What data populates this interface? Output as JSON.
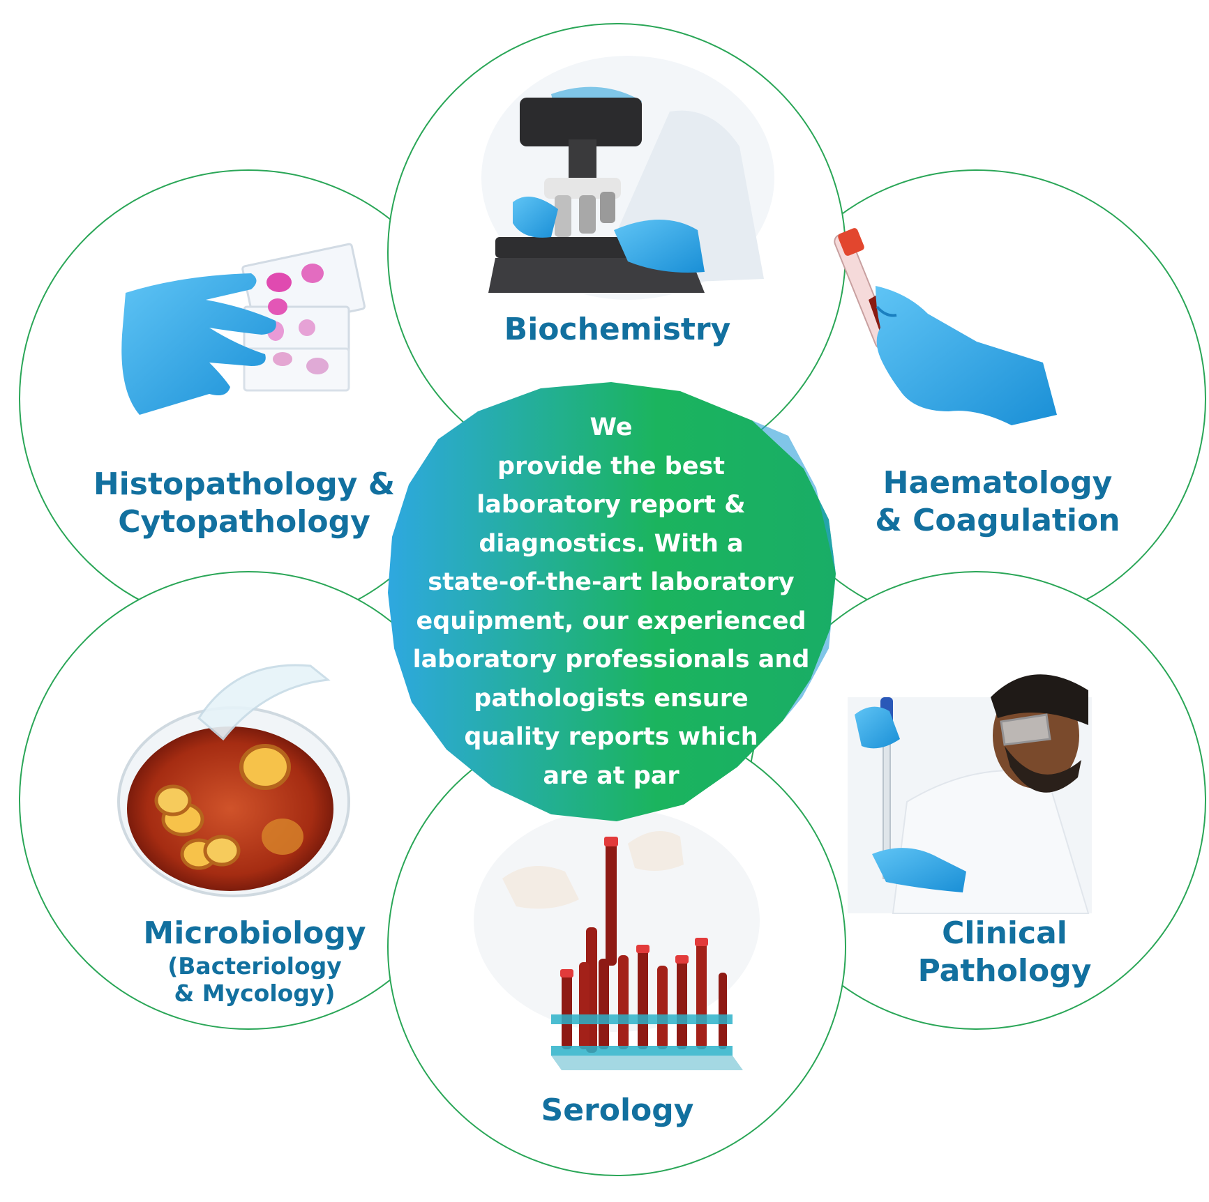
{
  "colors": {
    "circle_outline": "#2aa657",
    "label_text": "#12709f",
    "center_gradient_start": "#2ea8e0",
    "center_gradient_end": "#1bb45e",
    "center_text": "#ffffff"
  },
  "categories": {
    "biochemistry": {
      "title": "Biochemistry",
      "icon": "microscope-scientist-icon"
    },
    "histopathology": {
      "title_line1": "Histopathology &",
      "title_line2": "Cytopathology",
      "icon": "gloved-hand-slides-icon"
    },
    "haematology": {
      "title_line1": "Haematology",
      "title_line2": "& Coagulation",
      "icon": "blood-test-tube-hand-icon"
    },
    "microbiology": {
      "title": "Microbiology",
      "subtitle_line1": "(Bacteriology",
      "subtitle_line2": "& Mycology)",
      "icon": "petri-dish-icon"
    },
    "clinical_pathology": {
      "title_line1": "Clinical",
      "title_line2": "Pathology",
      "icon": "lab-technician-pipette-icon"
    },
    "serology": {
      "title": "Serology",
      "icon": "blood-sample-rack-icon"
    }
  },
  "center": {
    "lines": [
      "We",
      "provide the best",
      "laboratory report &",
      "diagnostics. With a",
      "state-of-the-art laboratory",
      "equipment, our experienced",
      "laboratory professionals and",
      "pathologists ensure",
      "quality reports which",
      "are at par"
    ]
  }
}
